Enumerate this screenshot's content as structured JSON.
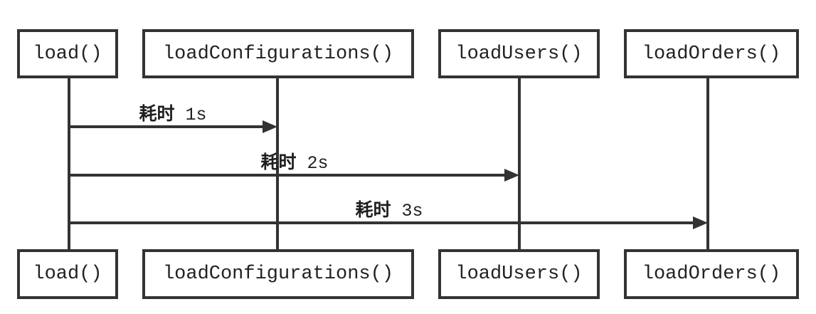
{
  "diagram": {
    "type": "sequence-diagram",
    "participants": [
      {
        "label": "load()"
      },
      {
        "label": "loadConfigurations()"
      },
      {
        "label": "loadUsers()"
      },
      {
        "label": "loadOrders()"
      }
    ],
    "messages": [
      {
        "text": "耗时 1s",
        "prefix": "耗时",
        "value": "1s",
        "from": "load()",
        "to": "loadConfigurations()"
      },
      {
        "text": "耗时 2s",
        "prefix": "耗时",
        "value": "2s",
        "from": "load()",
        "to": "loadUsers()"
      },
      {
        "text": "耗时 3s",
        "prefix": "耗时",
        "value": "3s",
        "from": "load()",
        "to": "loadOrders()"
      }
    ],
    "colors": {
      "line": "#333333",
      "text": "#1f1f1f",
      "background": "#ffffff"
    }
  }
}
